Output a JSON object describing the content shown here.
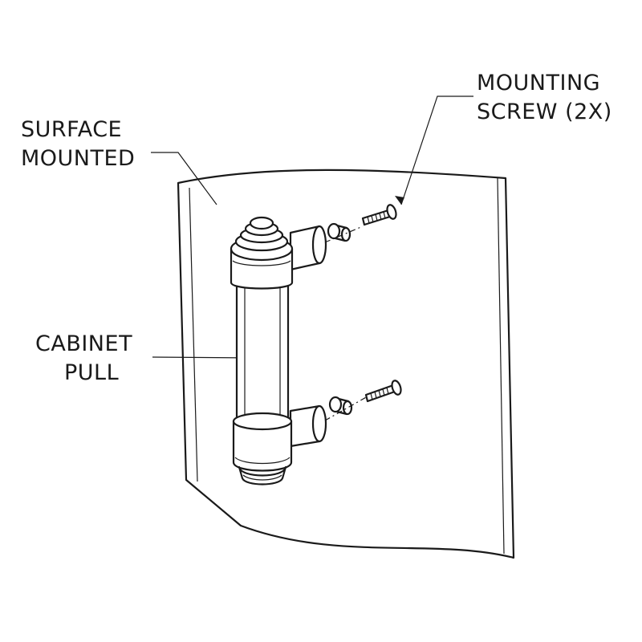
{
  "labels": {
    "surface_line1": "SURFACE",
    "surface_line2": "MOUNTED",
    "screw_line1": "MOUNTING",
    "screw_line2": "SCREW (2X)",
    "pull_line1": "CABINET",
    "pull_line2": "PULL"
  },
  "colors": {
    "line": "#1a1a1a",
    "background": "#ffffff"
  }
}
